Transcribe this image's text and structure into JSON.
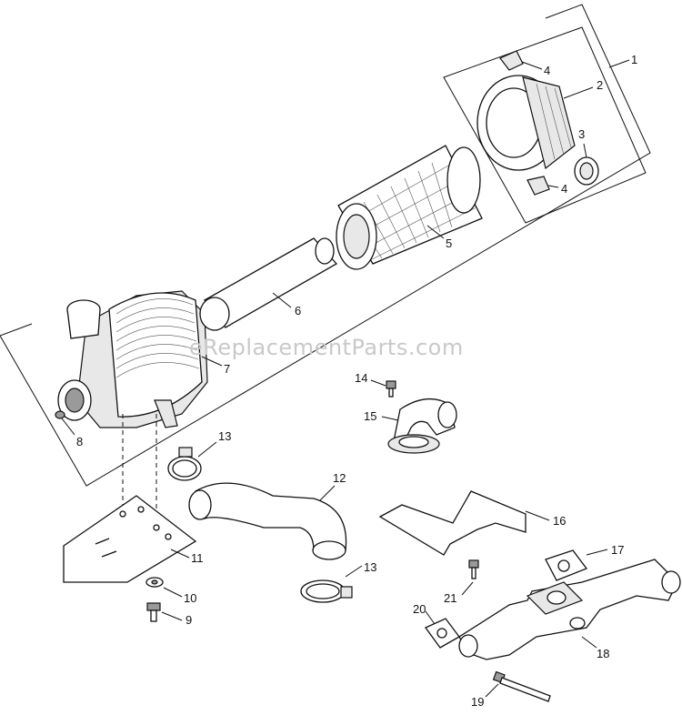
{
  "watermark": "eReplacementParts.com",
  "callouts": [
    {
      "id": "c1",
      "text": "1"
    },
    {
      "id": "c2",
      "text": "2"
    },
    {
      "id": "c3",
      "text": "3"
    },
    {
      "id": "c4a",
      "text": "4"
    },
    {
      "id": "c4b",
      "text": "4"
    },
    {
      "id": "c5",
      "text": "5"
    },
    {
      "id": "c6",
      "text": "6"
    },
    {
      "id": "c7",
      "text": "7"
    },
    {
      "id": "c8",
      "text": "8"
    },
    {
      "id": "c9",
      "text": "9"
    },
    {
      "id": "c10",
      "text": "10"
    },
    {
      "id": "c11",
      "text": "11"
    },
    {
      "id": "c12",
      "text": "12"
    },
    {
      "id": "c13a",
      "text": "13"
    },
    {
      "id": "c13b",
      "text": "13"
    },
    {
      "id": "c14",
      "text": "14"
    },
    {
      "id": "c15",
      "text": "15"
    },
    {
      "id": "c16",
      "text": "16"
    },
    {
      "id": "c17",
      "text": "17"
    },
    {
      "id": "c18",
      "text": "18"
    },
    {
      "id": "c19",
      "text": "19"
    },
    {
      "id": "c20",
      "text": "20"
    },
    {
      "id": "c21",
      "text": "21"
    }
  ]
}
